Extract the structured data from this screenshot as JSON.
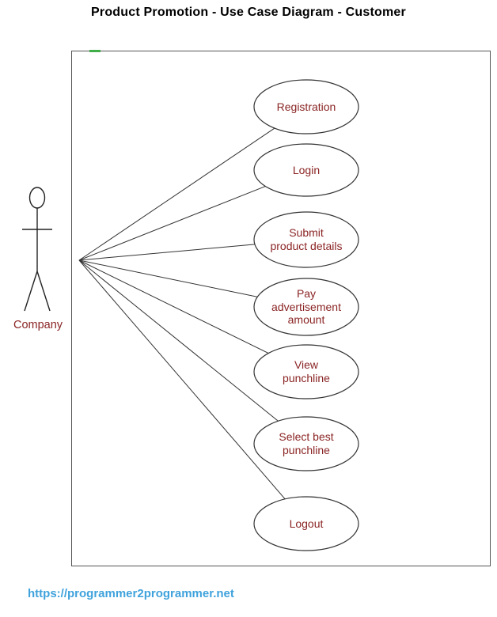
{
  "title": "Product Promotion - Use Case Diagram - Customer",
  "actor": {
    "label": "Company"
  },
  "use_cases": [
    {
      "label": "Registration"
    },
    {
      "label": "Login"
    },
    {
      "label": "Submit\nproduct details"
    },
    {
      "label": "Pay\nadvertisement\namount"
    },
    {
      "label": "View\npunchline"
    },
    {
      "label": "Select best\npunchline"
    },
    {
      "label": "Logout"
    }
  ],
  "footer": {
    "link_text": "https://programmer2programmer.net"
  },
  "colors": {
    "diagram_text": "#8b2424",
    "link_blue": "#3fa2dc",
    "shape_stroke": "#333333",
    "boundary_stroke": "#555555",
    "green_mark": "#3fae49"
  }
}
